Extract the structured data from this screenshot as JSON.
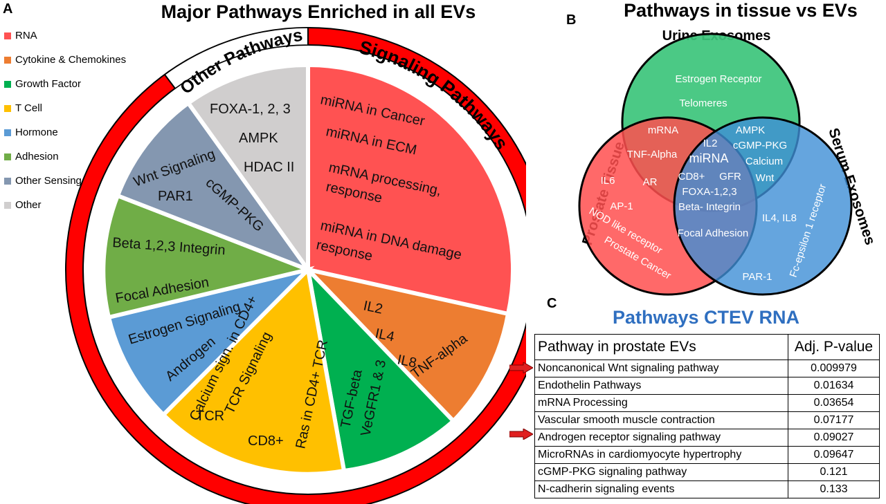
{
  "panel_a": {
    "letter": "A",
    "title": "Major Pathways Enriched in all EVs",
    "legend": [
      {
        "label": "RNA",
        "color": "#ff5252"
      },
      {
        "label": "Cytokine & Chemokines",
        "color": "#ed7d31"
      },
      {
        "label": "Growth Factor",
        "color": "#00b050"
      },
      {
        "label": "T Cell",
        "color": "#ffc000"
      },
      {
        "label": "Hormone",
        "color": "#5b9bd5"
      },
      {
        "label": "Adhesion",
        "color": "#70ad47"
      },
      {
        "label": "Other Sensing",
        "color": "#8497b0"
      },
      {
        "label": "Other",
        "color": "#d0cece"
      }
    ],
    "ring_labels": {
      "left": "Other  Pathways",
      "right": "Signaling Pathways"
    },
    "sectors": [
      {
        "category": "RNA",
        "color": "#ff5252",
        "items": [
          "miRNA in Cancer",
          "miRNA in ECM",
          "mRNA processing,",
          "response",
          "miRNA in DNA damage",
          "response"
        ]
      },
      {
        "category": "Cytokine & Chemokines",
        "color": "#ed7d31",
        "items": [
          "IL2",
          "IL4",
          "IL8",
          "TNF-alpha"
        ]
      },
      {
        "category": "Growth Factor",
        "color": "#00b050",
        "items": [
          "TGF-beta",
          "VeGFR1 & 3"
        ]
      },
      {
        "category": "T Cell",
        "color": "#ffc000",
        "items": [
          "Calcium sign. in CD4+",
          "TCR",
          "TCR Signaling",
          "CD8+",
          "Ras in CD4+ TCR"
        ]
      },
      {
        "category": "Hormone",
        "color": "#5b9bd5",
        "items": [
          "Estrogen Signaling",
          "Androgen"
        ]
      },
      {
        "category": "Adhesion",
        "color": "#70ad47",
        "items": [
          "Beta 1,2,3 Integrin",
          "Focal Adhesion"
        ]
      },
      {
        "category": "Other Sensing",
        "color": "#8497b0",
        "items": [
          "Wnt Signaling",
          "PAR1",
          "cGMP-PKG"
        ]
      },
      {
        "category": "Other",
        "color": "#d0cece",
        "items": [
          "FOXA-1, 2, 3",
          "AMPK",
          "HDAC II"
        ]
      }
    ],
    "ring_color": "#ff0000"
  },
  "panel_b": {
    "letter": "B",
    "title": "Pathways in tissue vs EVs",
    "sets": {
      "top": {
        "label": "Urine Exosomes",
        "color": "#3cc47b"
      },
      "left": {
        "label": "Prostate Tissue",
        "color": "#ff4f4f"
      },
      "right": {
        "label": "Serum Exosomes",
        "color": "#3e8fd6"
      }
    },
    "regions": {
      "top_only": [
        "Estrogen Receptor",
        "Telomeres"
      ],
      "top_left": [
        "mRNA",
        "TNF-Alpha",
        "AR"
      ],
      "top_right": [
        "AMPK",
        "cGMP-PKG",
        "Calcium",
        "Wnt"
      ],
      "center": [
        "IL2",
        "miRNA",
        "CD8+",
        "GFR",
        "FOXA-1,2,3",
        "Beta- Integrin"
      ],
      "left_right": [
        "Focal Adhesion"
      ],
      "left_only": [
        "IL6",
        "AP-1",
        "NOD like receptor",
        "Prostate Cancer"
      ],
      "right_only": [
        "IL4, IL8",
        "Fc-epsilon 1 receptor",
        "PAR-1"
      ]
    }
  },
  "panel_c": {
    "letter": "C",
    "title": "Pathways CTEV RNA",
    "columns": [
      "Pathway in prostate EVs",
      "Adj. P-value"
    ],
    "rows": [
      {
        "pathway": "Noncanonical Wnt signaling pathway",
        "pvalue": "0.009979",
        "arrow": true
      },
      {
        "pathway": "Endothelin Pathways",
        "pvalue": "0.01634",
        "arrow": false
      },
      {
        "pathway": "mRNA Processing",
        "pvalue": "0.03654",
        "arrow": false
      },
      {
        "pathway": "Vascular smooth muscle contraction",
        "pvalue": "0.07177",
        "arrow": false
      },
      {
        "pathway": "Androgen receptor signaling pathway",
        "pvalue": "0.09027",
        "arrow": true
      },
      {
        "pathway": "MicroRNAs in cardiomyocyte hypertrophy",
        "pvalue": "0.09647",
        "arrow": false
      },
      {
        "pathway": "cGMP-PKG signaling pathway",
        "pvalue": "0.121",
        "arrow": false
      },
      {
        "pathway": "N-cadherin signaling events",
        "pvalue": "0.133",
        "arrow": false
      }
    ],
    "arrow_color": "#e02020"
  }
}
